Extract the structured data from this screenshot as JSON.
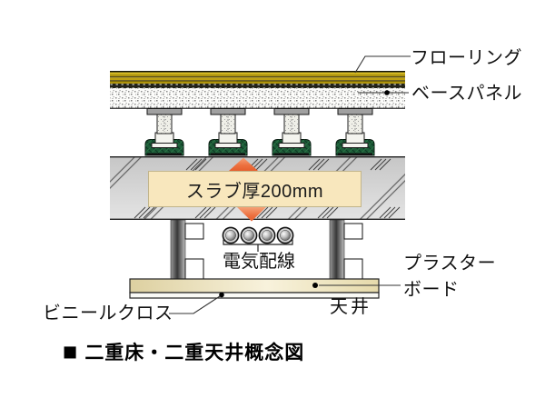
{
  "caption": {
    "marker": "■",
    "text": "二重床・二重天井概念図"
  },
  "callouts": {
    "flooring": "フローリング",
    "base_panel": "ベースパネル",
    "slab_thickness": "スラブ厚200mm",
    "wiring": "電気配線",
    "plasterboard": [
      "プラスター",
      "ボード"
    ],
    "ceiling": "天井",
    "vinyl_cloth": "ビニールクロス"
  },
  "colors": {
    "flooring_gold": "#b5990d",
    "base_panel_white": "#fcfcfa",
    "slab_gray": "#d2d2d2",
    "thickness_arrow_orange": "#ec6f3e",
    "slab_label_bg": "#f8e7bd",
    "support_foot_green": "#1d5c38",
    "plasterboard_cream": "#eee3b8",
    "hanger_gray": "#555555"
  },
  "icons": {
    "thickness_arrow_up": "▲",
    "thickness_arrow_down": "▼"
  }
}
